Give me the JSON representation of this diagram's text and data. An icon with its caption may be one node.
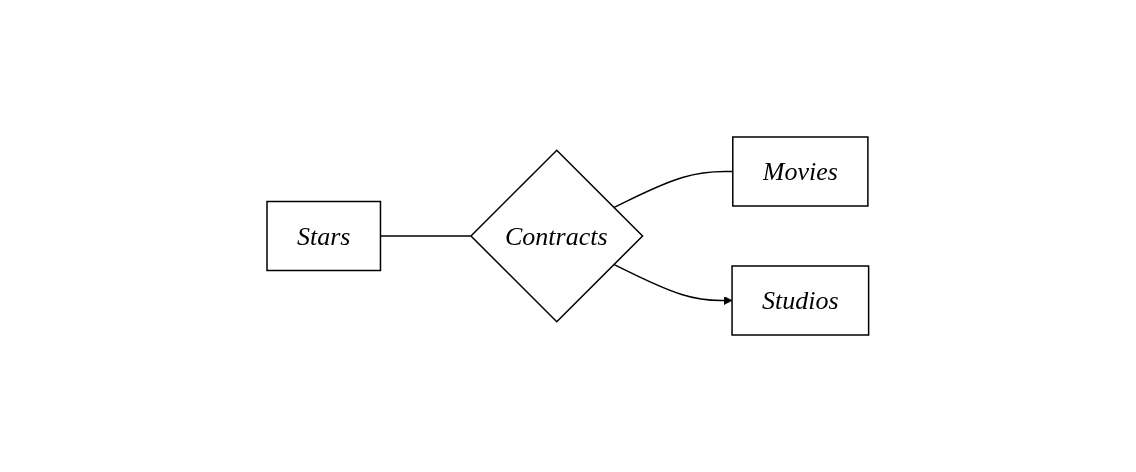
{
  "diagram": {
    "nodes": [
      {
        "text": [
          "Stars"
        ]
      },
      {
        "text": [
          "Contracts"
        ]
      },
      {
        "text": [
          "Movies"
        ]
      },
      {
        "text": [
          "Studios"
        ]
      }
    ],
    "edges": [
      {
        "from": 0,
        "to": 1,
        "arrow": "none"
      },
      {
        "from": 1,
        "to": 2,
        "arrow": "none"
      },
      {
        "from": 1,
        "to": 3,
        "arrow": "to"
      }
    ]
  }
}
